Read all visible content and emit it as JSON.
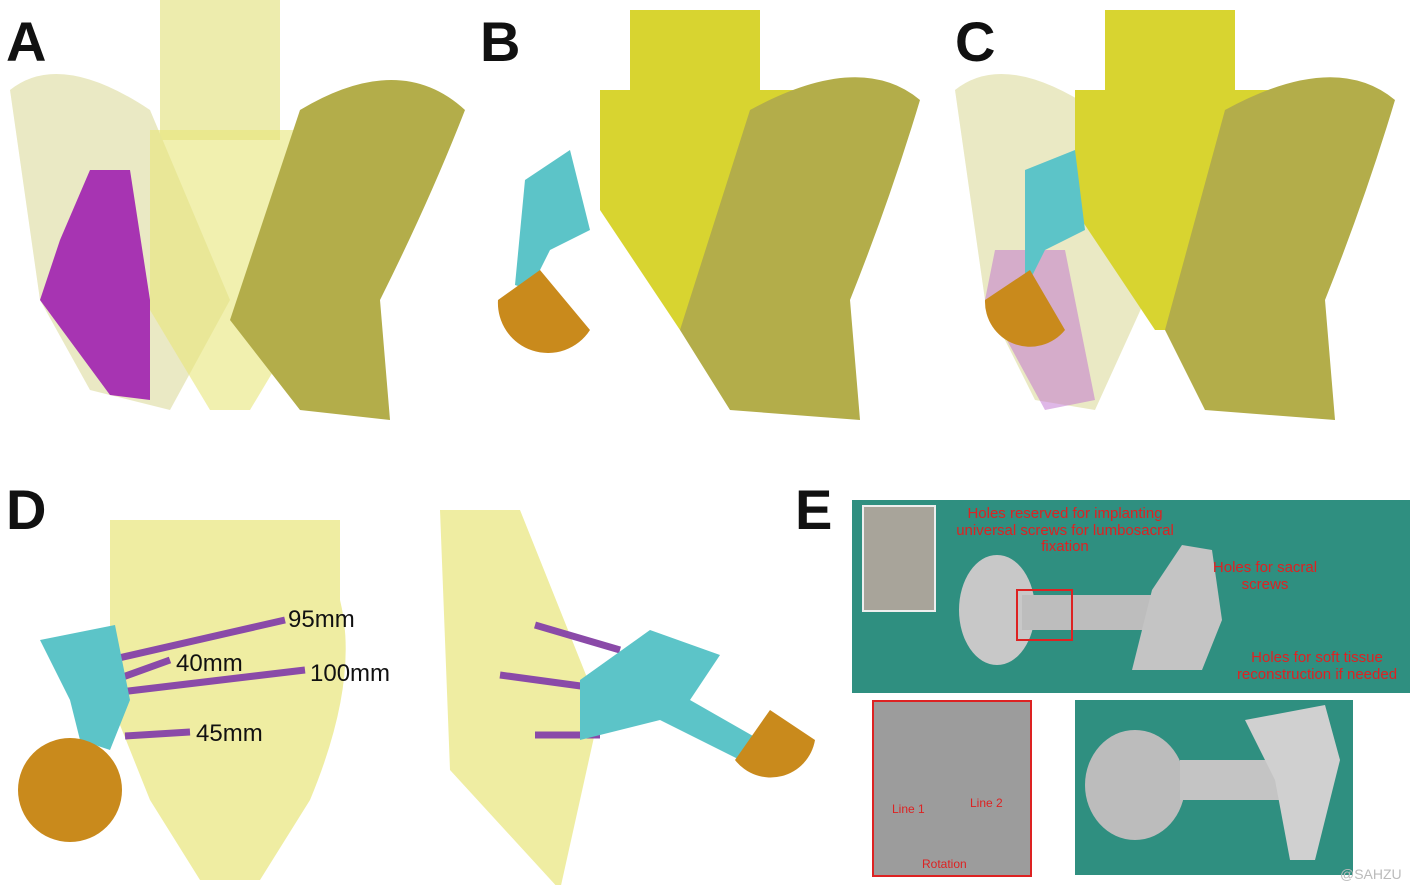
{
  "panels": {
    "a": {
      "label": "A"
    },
    "b": {
      "label": "B"
    },
    "c": {
      "label": "C"
    },
    "d": {
      "label": "D",
      "screw_lengths": [
        "95mm",
        "40mm",
        "100mm",
        "45mm"
      ]
    },
    "e": {
      "label": "E",
      "annotations": {
        "universal_screws": "Holes reserved for implanting universal screws for lumbosacral fixation",
        "sacral_screws": "Holes for sacral screws",
        "soft_tissue": "Holes for soft tissue reconstruction if needed",
        "line1": "Line 1",
        "line2": "Line 2",
        "rotation": "Rotation"
      }
    }
  },
  "watermark": "@SAHZU",
  "colors": {
    "bone": "#b8b24a",
    "spine": "#d8d430",
    "tumor": "#a020b0",
    "implant": "#5cc4c8",
    "cup": "#c98a1c",
    "drape": "#2f8f80",
    "annotation": "#dd2222"
  }
}
